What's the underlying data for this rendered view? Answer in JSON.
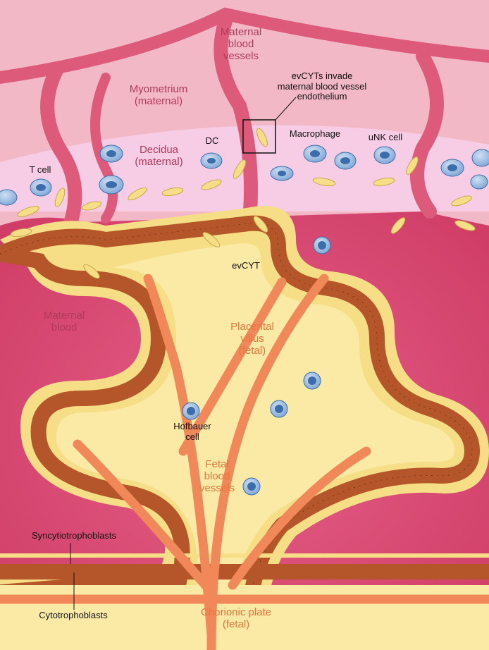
{
  "labels": {
    "maternal_vessels": [
      "Maternal",
      "blood",
      "vessels"
    ],
    "evcyt_invade": [
      "evCYTs invade",
      "maternal blood vessel",
      "endothelium"
    ],
    "myometrium": [
      "Myometrium",
      "(maternal)"
    ],
    "decidua": [
      "Decidua",
      "(maternal)"
    ],
    "dc": "DC",
    "macrophage": "Macrophage",
    "unk_cell": "uNK cell",
    "t_cell": "T cell",
    "evcyt": "evCYT",
    "maternal_blood": [
      "Maternal",
      "blood"
    ],
    "placental_villus": [
      "Placental",
      "villus",
      "(fetal)"
    ],
    "hofbauer": [
      "Hofbauer",
      "cell"
    ],
    "fetal_vessels": [
      "Fetal",
      "blood",
      "vessels"
    ],
    "syncytio": "Syncytiotrophoblasts",
    "cyto": "Cytotrophoblasts",
    "chorionic": [
      "Chorionic plate",
      "(fetal)"
    ]
  },
  "colors": {
    "myometrium": "#f3b8c6",
    "decidua": "#f7cde6",
    "maternal_blood": "#d9446f",
    "villus_core": "#fbeaa6",
    "syncytio": "#f6de87",
    "cyto": "#b4562a",
    "vessel_maternal": "#dd5a7b",
    "vessel_fetal": "#f0885a",
    "immune_cell": "#4f86c6"
  }
}
